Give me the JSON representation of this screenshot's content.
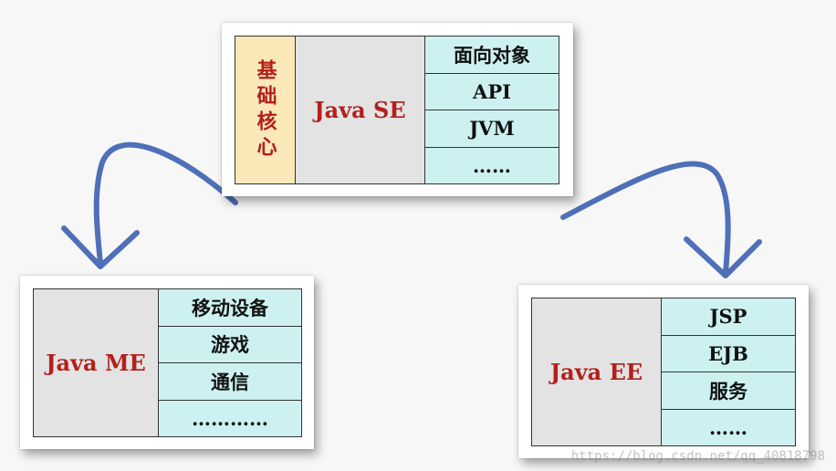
{
  "se": {
    "side_label": "基础核心",
    "title": "Java SE",
    "items": [
      "面向对象",
      "API",
      "JVM",
      "……"
    ]
  },
  "me": {
    "title": "Java ME",
    "items": [
      "移动设备",
      "游戏",
      "通信",
      "…………"
    ]
  },
  "ee": {
    "title": "Java EE",
    "items": [
      "JSP",
      "EJB",
      "服务",
      "……"
    ]
  },
  "watermark": "https://blog.csdn.net/qq_40818798",
  "colors": {
    "title_red": "#b3201c",
    "item_cyan": "#cdf1f1",
    "side_yellow": "#fbe8b8",
    "label_gray": "#e3e3e3",
    "arrow_blue": "#4f6fb8"
  }
}
